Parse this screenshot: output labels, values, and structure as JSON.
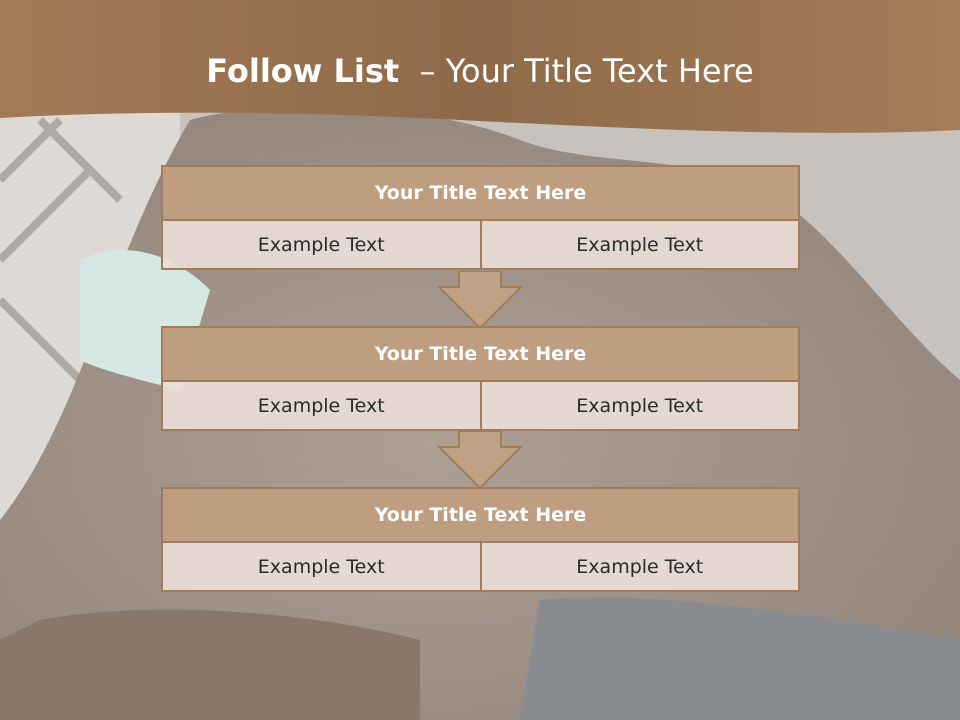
{
  "slide": {
    "title_bold": "Follow List",
    "title_rest": "  – Your Title Text Here"
  },
  "blocks": [
    {
      "title": "Your Title Text Here",
      "cells": [
        "Example Text",
        "Example Text"
      ]
    },
    {
      "title": "Your Title Text Here",
      "cells": [
        "Example Text",
        "Example Text"
      ]
    },
    {
      "title": "Your Title Text Here",
      "cells": [
        "Example Text",
        "Example Text"
      ]
    }
  ],
  "colors": {
    "header_band": "#a57a56",
    "block_header": "#be9d80",
    "block_border": "#a17b5b",
    "cell_fill": "#eaddd7",
    "arrow_fill": "#bfa185"
  }
}
